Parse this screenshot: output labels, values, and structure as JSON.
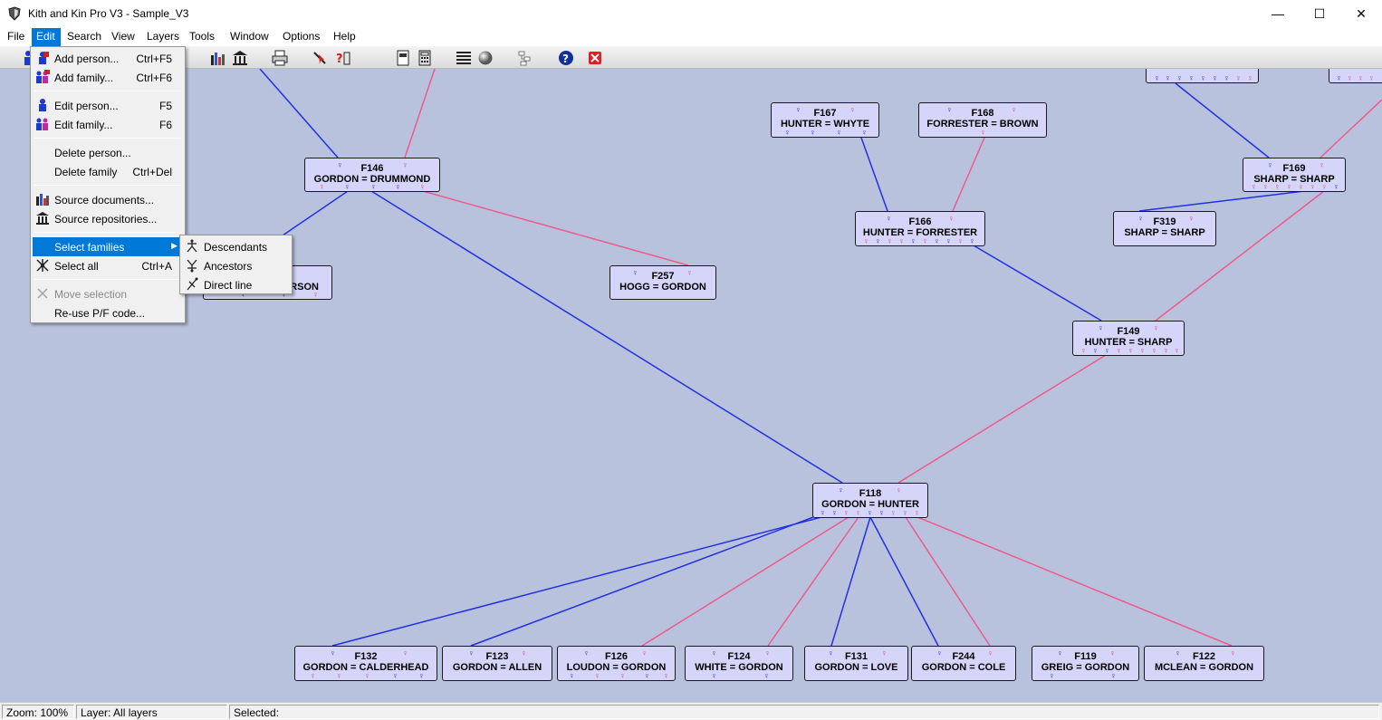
{
  "window": {
    "title": "Kith and Kin Pro V3 - Sample_V3",
    "minimize_glyph": "—",
    "maximize_glyph": "☐",
    "close_glyph": "✕"
  },
  "menubar": {
    "items": [
      "File",
      "Edit",
      "Search",
      "View",
      "Layers",
      "Tools",
      "Window",
      "Options",
      "Help"
    ],
    "active": "Edit"
  },
  "toolbar": {
    "icons": [
      "add-person-icon",
      "reports-icon",
      "repository-icon",
      "print-icon",
      "pointer-icon",
      "help-query-icon",
      "page-icon",
      "calculator-icon",
      "list-icon",
      "globe-icon",
      "network-icon",
      "help-icon",
      "close-icon"
    ]
  },
  "edit_menu": {
    "items": [
      {
        "label": "Add person...",
        "shortcut": "Ctrl+F5",
        "icon": "add-person-icon"
      },
      {
        "label": "Add family...",
        "shortcut": "Ctrl+F6",
        "icon": "add-family-icon"
      },
      {
        "label": "Edit person...",
        "shortcut": "F5",
        "icon": "edit-person-icon"
      },
      {
        "label": "Edit family...",
        "shortcut": "F6",
        "icon": "edit-family-icon"
      },
      {
        "label": "Delete person...",
        "shortcut": ""
      },
      {
        "label": "Delete family",
        "shortcut": "Ctrl+Del"
      },
      {
        "label": "Source documents...",
        "shortcut": "",
        "icon": "source-documents-icon"
      },
      {
        "label": "Source repositories...",
        "shortcut": "",
        "icon": "source-repositories-icon"
      },
      {
        "label": "Select families",
        "shortcut": "",
        "icon": ""
      },
      {
        "label": "Select all",
        "shortcut": "Ctrl+A",
        "icon": "select-all-icon"
      },
      {
        "label": "Move selection",
        "shortcut": "",
        "icon": "move-selection-icon"
      },
      {
        "label": "Re-use P/F code...",
        "shortcut": ""
      }
    ],
    "highlighted": "Select families",
    "disabled": [
      "Move selection"
    ]
  },
  "select_families_submenu": {
    "items": [
      {
        "label": "Descendants",
        "icon": "descendants-icon"
      },
      {
        "label": "Ancestors",
        "icon": "ancestors-icon"
      },
      {
        "label": "Direct line",
        "icon": "direct-line-icon"
      }
    ]
  },
  "families": [
    {
      "code": "F146",
      "names": "GORDON = DRUMMOND"
    },
    {
      "code": "",
      "names": "RSON"
    },
    {
      "code": "F257",
      "names": "HOGG = GORDON"
    },
    {
      "code": "F167",
      "names": "HUNTER = WHYTE"
    },
    {
      "code": "F168",
      "names": "FORRESTER = BROWN"
    },
    {
      "code": "F166",
      "names": "HUNTER = FORRESTER"
    },
    {
      "code": "F169",
      "names": "SHARP = SHARP"
    },
    {
      "code": "F319",
      "names": "SHARP = SHARP"
    },
    {
      "code": "F149",
      "names": "HUNTER = SHARP"
    },
    {
      "code": "F118",
      "names": "GORDON = HUNTER"
    },
    {
      "code": "F132",
      "names": "GORDON = CALDERHEAD"
    },
    {
      "code": "F123",
      "names": "GORDON = ALLEN"
    },
    {
      "code": "F126",
      "names": "LOUDON = GORDON"
    },
    {
      "code": "F124",
      "names": "WHITE = GORDON"
    },
    {
      "code": "F131",
      "names": "GORDON = LOVE"
    },
    {
      "code": "F244",
      "names": "GORDON = COLE"
    },
    {
      "code": "F119",
      "names": "GREIG = GORDON"
    },
    {
      "code": "F122",
      "names": "MCLEAN = GORDON"
    }
  ],
  "colors": {
    "male_link": "#2230e0",
    "female_link": "#ee5a8e",
    "canvas": "#b9c2dd",
    "box": "#d5d5fa",
    "highlight": "#0078d7"
  },
  "status": {
    "zoom": "Zoom: 100%",
    "layer": "Layer: All layers",
    "selected": "Selected:"
  }
}
